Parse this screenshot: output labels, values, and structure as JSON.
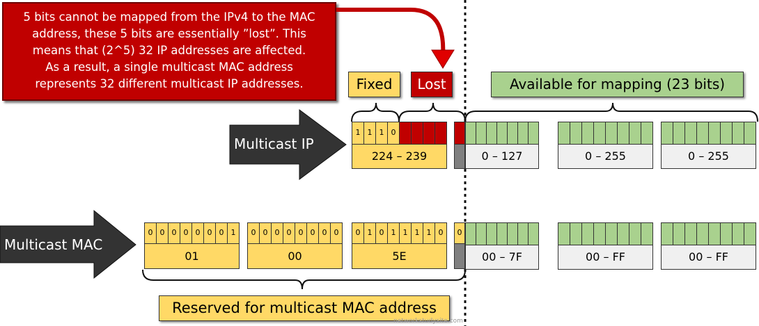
{
  "note": {
    "lines": [
      "5 bits cannot be mapped from the IPv4 to the MAC",
      "address, these 5 bits are essentially ”lost”. This",
      "means that (2^5) 32 IP addresses are affected.",
      "As a result, a single multicast MAC address",
      "represents 32 different multicast IP addresses."
    ]
  },
  "labels": {
    "fixed": "Fixed",
    "lost": "Lost",
    "available": "Available for mapping (23 bits)",
    "reserved": "Reserved for multicast MAC address"
  },
  "arrows": {
    "ip": "Multicast IP",
    "mac": "Multicast MAC"
  },
  "ip_row": {
    "fixed_bits": [
      "1",
      "1",
      "1",
      "0"
    ],
    "first_byte_value": "224 – 239",
    "values": [
      "0 – 127",
      "0 – 255",
      "0 – 255"
    ]
  },
  "mac_row": {
    "bytes": [
      {
        "bits": [
          "0",
          "0",
          "0",
          "0",
          "0",
          "0",
          "0",
          "1"
        ],
        "value": "01"
      },
      {
        "bits": [
          "0",
          "0",
          "0",
          "0",
          "0",
          "0",
          "0",
          "0"
        ],
        "value": "00"
      },
      {
        "bits": [
          "0",
          "1",
          "0",
          "1",
          "1",
          "1",
          "1",
          "0"
        ],
        "value": "5E"
      }
    ],
    "reserved_bit": "0",
    "values": [
      "00 – 7F",
      "00 – FF",
      "00 – FF"
    ]
  },
  "watermark": "networkstudysite.com",
  "colors": {
    "fixed": "#ffd966",
    "lost": "#c00000",
    "available": "#a9d18e",
    "unused": "#808080",
    "arrow": "#333333"
  }
}
